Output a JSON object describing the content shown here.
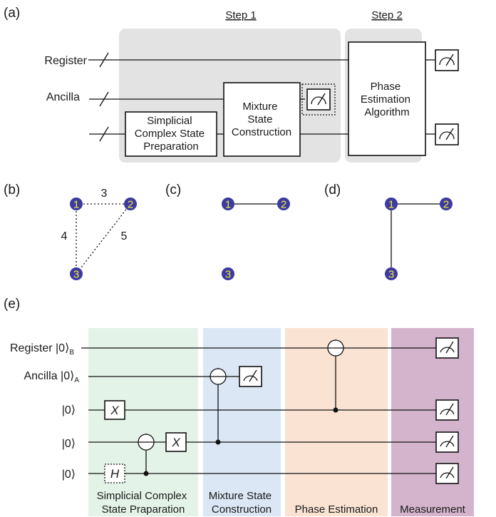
{
  "panel_labels": {
    "a": "(a)",
    "b": "(b)",
    "c": "(c)",
    "d": "(d)",
    "e": "(e)"
  },
  "panel_a": {
    "step1": "Step 1",
    "step2": "Step 2",
    "wires": {
      "register": "Register",
      "ancilla": "Ancilla"
    },
    "boxes": {
      "simplicial": [
        "Simplicial",
        "Complex State",
        "Preparation"
      ],
      "mixture": [
        "Mixture",
        "State",
        "Construction"
      ],
      "phase": [
        "Phase",
        "Estimation",
        "Algorithm"
      ]
    }
  },
  "graphs": {
    "nodes": [
      "1",
      "2",
      "3"
    ],
    "b_weights": {
      "e12": "3",
      "e13": "4",
      "e23": "5"
    }
  },
  "panel_e": {
    "wire_labels": [
      {
        "main": "Register |0⟩",
        "sub": "B"
      },
      {
        "main": "Ancilla |0⟩",
        "sub": "A"
      },
      {
        "main": "|0⟩",
        "sub": ""
      },
      {
        "main": "|0⟩",
        "sub": ""
      },
      {
        "main": "|0⟩",
        "sub": ""
      }
    ],
    "gates": {
      "x": "X",
      "h": "H"
    },
    "regions": {
      "simplicial": [
        "Simplicial Complex",
        "State Praparation"
      ],
      "mixture": [
        "Mixture State",
        "Construction"
      ],
      "phase": "Phase Estimation",
      "measurement": "Measurement"
    },
    "colors": {
      "simplicial": "#e4f3e8",
      "mixture": "#dbe7f4",
      "phase": "#fae3d3",
      "measurement": "#d3b4cc"
    }
  },
  "colors": {
    "step_bg": "#e3e3e3",
    "node": "#3d3aa0",
    "node_text": "#f2ef36"
  }
}
